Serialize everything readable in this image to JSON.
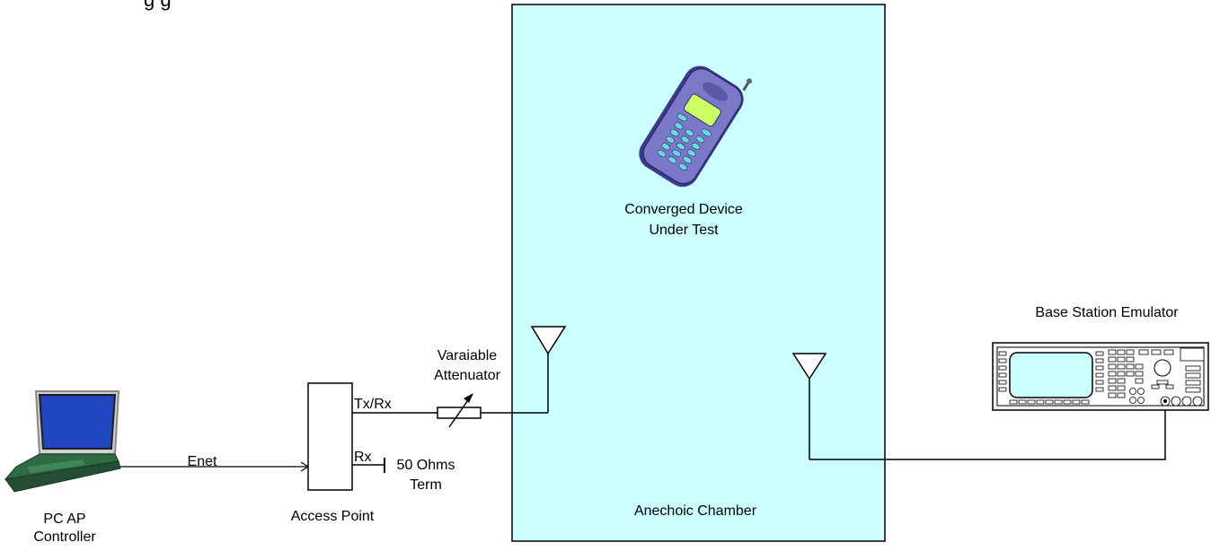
{
  "header_fragment": "g                              g",
  "labels": {
    "dut": [
      "Converged Device",
      "Under Test"
    ],
    "chamber": "Anechoic Chamber",
    "bse": "Base Station Emulator",
    "attenuator": [
      "Varaiable",
      "Attenuator"
    ],
    "txrx": "Tx/Rx",
    "rx": "Rx",
    "term": [
      "50 Ohms",
      "Term"
    ],
    "enet": "Enet",
    "access_point": "Access Point",
    "pc": [
      "PC AP",
      "Controller"
    ]
  },
  "colors": {
    "chamber_fill": "#ccffff",
    "chamber_stroke": "#000000",
    "phone_body": "#7b78c8",
    "phone_screen": "#ccff66",
    "laptop_screen": "#1f3cb4",
    "laptop_body": "#2a6040",
    "line": "#000000"
  },
  "icons": [
    "mobile-phone-icon",
    "laptop-icon",
    "base-station-emulator-icon",
    "antenna-icon",
    "variable-attenuator-icon",
    "termination-icon"
  ]
}
